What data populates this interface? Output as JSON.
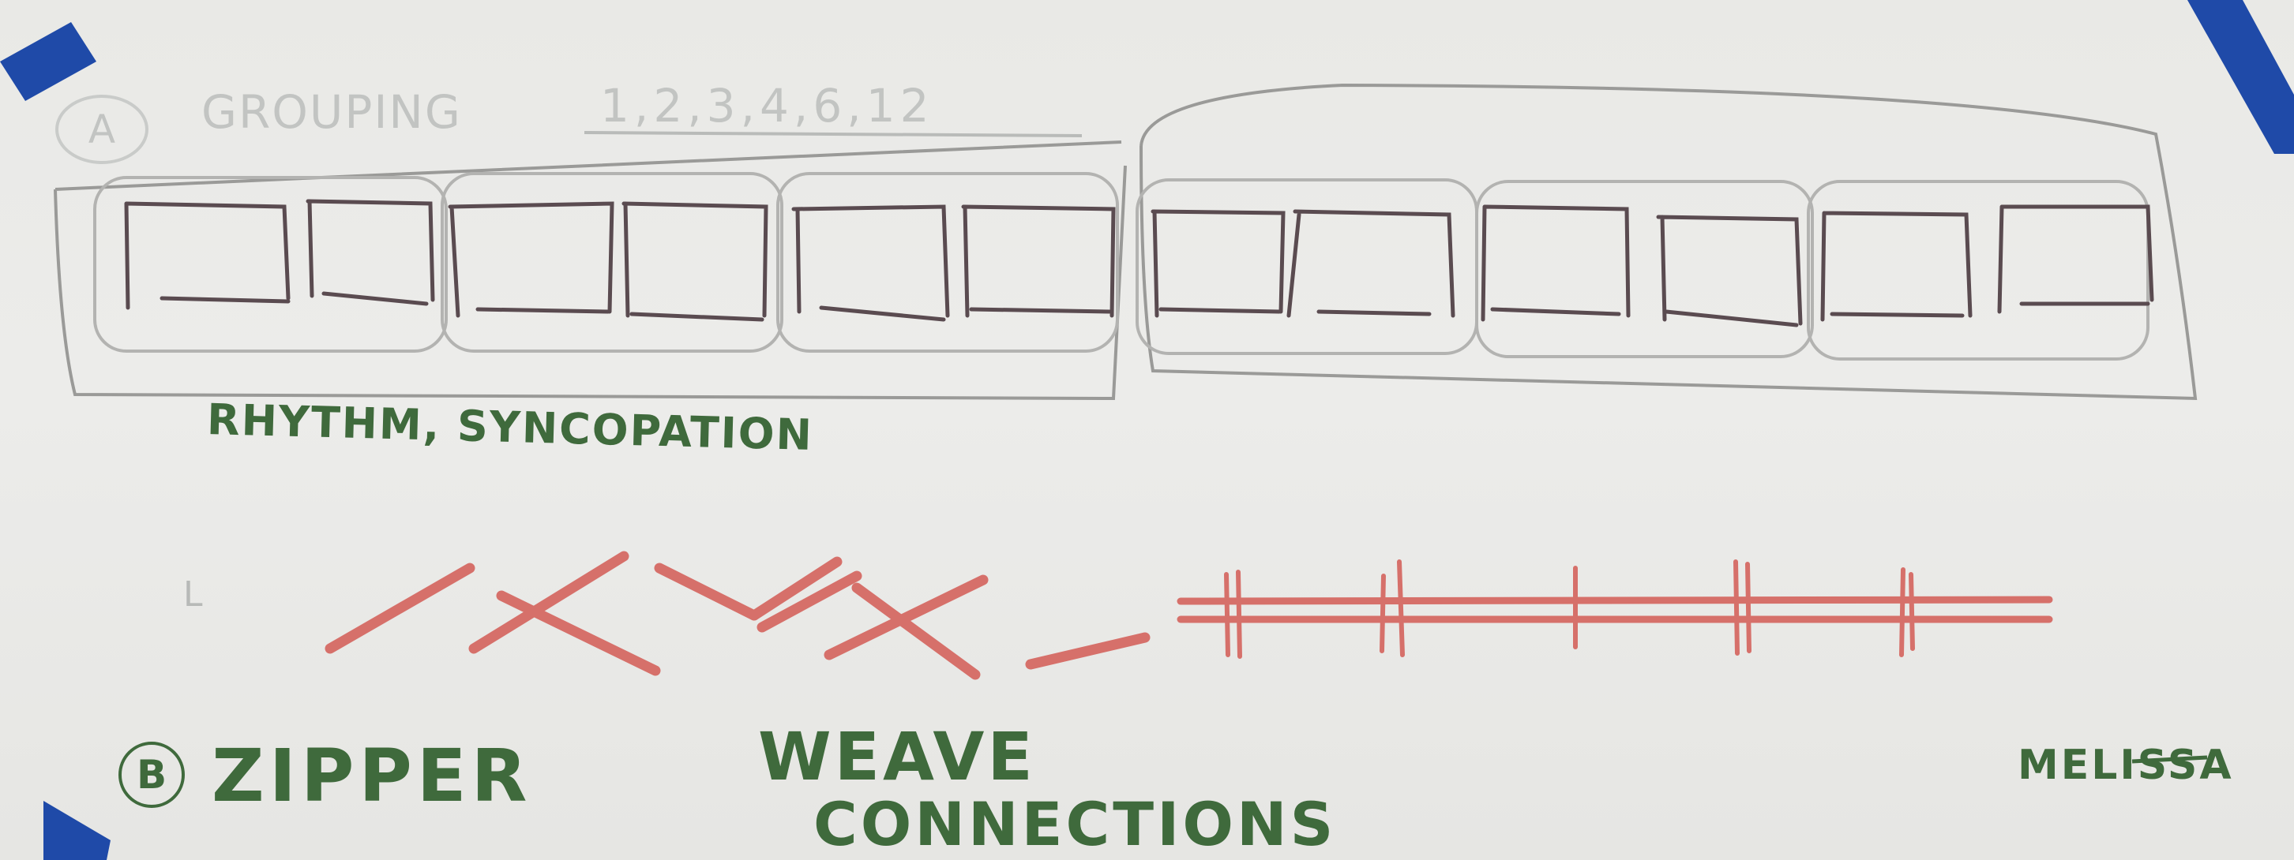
{
  "section_a": {
    "marker": "A",
    "label": "RHYTHM, SYNCOPATION",
    "faint_title": "GROUPING",
    "faint_numbers": "1,2,3,4,6,12",
    "rectangle_count": 12
  },
  "section_b": {
    "marker": "B",
    "label": "ZIPPER",
    "faint_mark": "L",
    "weave_line1": "WEAVE",
    "weave_line2": "CONNECTIONS"
  },
  "signature": "MELISSA",
  "colors": {
    "pencil": "#5a4b50",
    "pencil_light": "#a9a9a6",
    "marker_red": "#d6706a",
    "marker_green": "#3f6a3c",
    "tape_blue": "#1f4aa8"
  }
}
